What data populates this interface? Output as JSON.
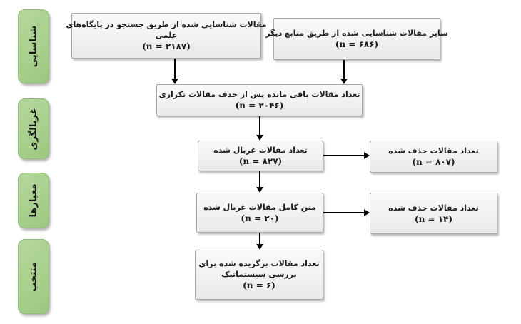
{
  "diagram": {
    "type": "prisma-flowchart",
    "language": "fa",
    "colors": {
      "stage_label_green": "#A9D08E",
      "box_fill": "#F2F2F2",
      "box_border": "#A9A9A9",
      "arrow": "#000000",
      "text": "#1C1C1C",
      "background": "#FFFFFF"
    },
    "sidebar": {
      "labels": [
        {
          "label": "شناسایی"
        },
        {
          "label": "غربالگری"
        },
        {
          "label": "معیارها"
        },
        {
          "label": "منتخب"
        }
      ]
    },
    "flow": {
      "identified_db": {
        "line1": "مقالات شناسایی شده از طریق جستجو در پایگاه‌های",
        "line2": "علمی",
        "count": "(n = ۲۱۸۷)"
      },
      "identified_other": {
        "line1": "سایر مقالات شناسایی شده از طریق منابع دیگر",
        "count": "(n = ۶۸۶)"
      },
      "after_duplicates_removed": {
        "line1": "تعداد مقالات باقی مانده پس از  حذف مقالات تکراری",
        "count": "(n = ۲۰۴۶)"
      },
      "screened": {
        "line1": "تعداد مقالات غربال شده",
        "count": "(n = ۸۲۷)"
      },
      "removed_after_screening": {
        "line1": "تعداد مقالات حذف شده",
        "count": "(n = ۸۰۷)"
      },
      "fulltext_screened": {
        "line1": "متن کامل مقالات غربال شده",
        "count": "(n = ۲۰)"
      },
      "removed_after_fulltext": {
        "line1": "تعداد مقالات حذف شده",
        "count": "(n = ۱۴)"
      },
      "included_systematic": {
        "line1": "تعداد مقالات برگزیده شده برای",
        "line2": "بررسی سیستماتیک",
        "count": "(n = ۶)"
      }
    }
  }
}
